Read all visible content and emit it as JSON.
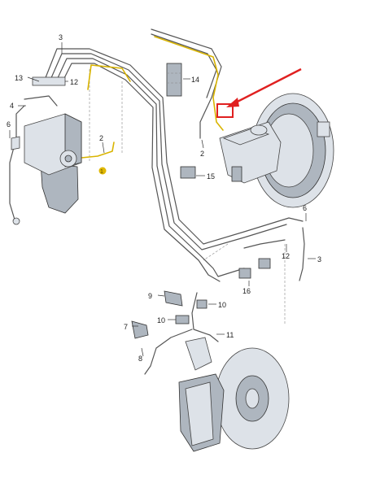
{
  "colors": {
    "highlight_pipe": "#d9b400",
    "highlight_dot": "#e0b800",
    "annotation_red": "#e02020",
    "line": "#444444",
    "part_fill": "#dde2e8"
  },
  "callouts": {
    "c3_top": "3",
    "c13": "13",
    "c12_top": "12",
    "c4": "4",
    "c6_left": "6",
    "c2_left": "2",
    "c2_mid": "2",
    "c14": "14",
    "c15": "15",
    "c6_right": "6",
    "c12_right": "12",
    "c3_right": "3",
    "c16": "16",
    "c9": "9",
    "c10_a": "10",
    "c10_b": "10",
    "c7": "7",
    "c8": "8",
    "c11": "11",
    "c1": "1"
  }
}
